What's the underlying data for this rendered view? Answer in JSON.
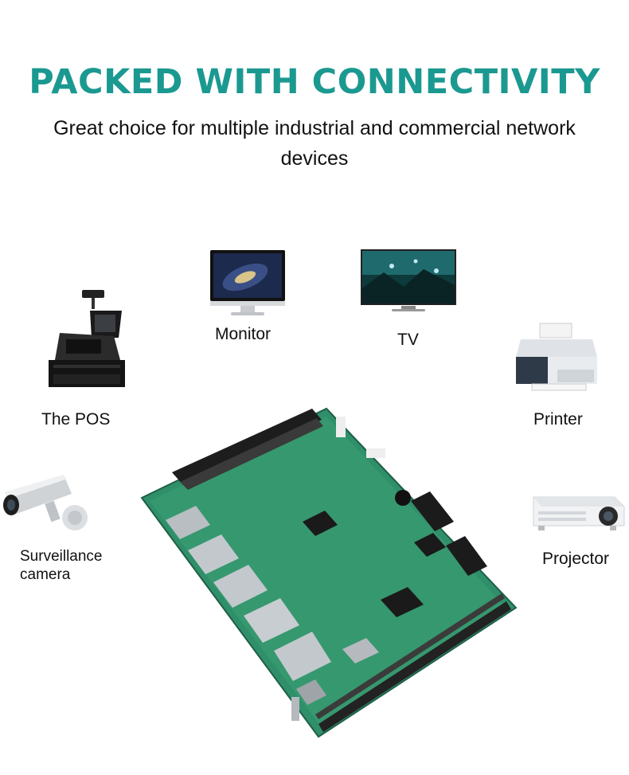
{
  "headline": {
    "text": "PACKED WITH CONNECTIVITY",
    "color": "#1b9990"
  },
  "subline": {
    "text": "Great choice for multiple industrial and commercial network devices"
  },
  "devices": {
    "monitor": {
      "label": "Monitor",
      "icon": "monitor-icon"
    },
    "tv": {
      "label": "TV",
      "icon": "tv-icon"
    },
    "pos": {
      "label": "The POS",
      "icon": "pos-terminal-icon"
    },
    "printer": {
      "label": "Printer",
      "icon": "printer-icon"
    },
    "camera": {
      "label": "Surveillance camera",
      "icon": "surveillance-camera-icon"
    },
    "projector": {
      "label": "Projector",
      "icon": "projector-icon"
    }
  },
  "board": {
    "color": "#2f8f6a",
    "icon": "motherboard-image"
  }
}
